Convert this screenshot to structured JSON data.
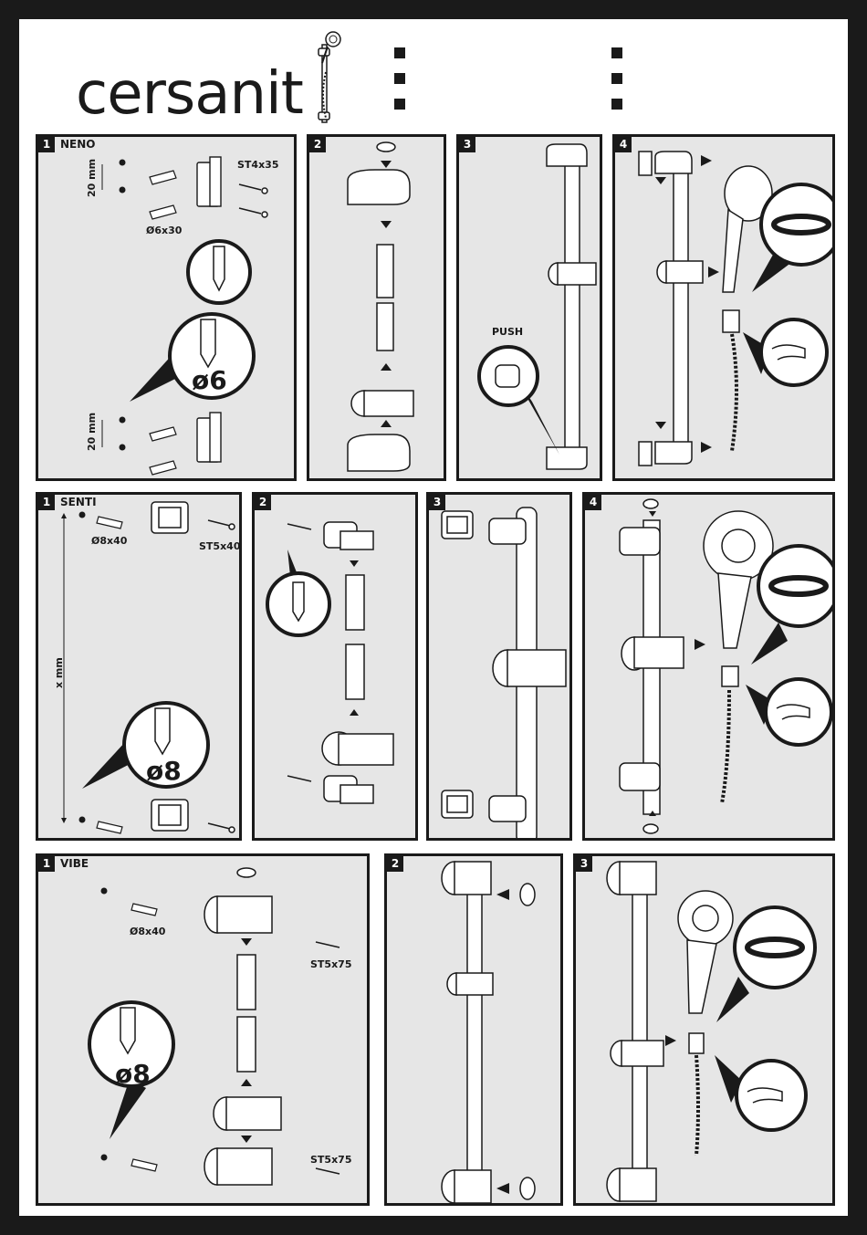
{
  "brand": {
    "logo_text": "cersanit"
  },
  "header": {
    "bullets_left_count": 3,
    "bullets_right_count": 3
  },
  "neno": {
    "title": "NENO",
    "steps": [
      "1",
      "2",
      "3",
      "4"
    ],
    "dim_top": "20 mm",
    "dim_bottom": "20 mm",
    "screw": "ST4x35",
    "dowel": "Ø6x30",
    "drill": "ø6",
    "push": "PUSH"
  },
  "senti": {
    "title": "SENTI",
    "steps": [
      "1",
      "2",
      "3",
      "4"
    ],
    "dowel": "Ø8x40",
    "screw": "ST5x40",
    "dim": "x mm",
    "drill": "ø8"
  },
  "vibe": {
    "title": "VIBE",
    "steps": [
      "1",
      "2",
      "3"
    ],
    "dowel": "Ø8x40",
    "screw_top": "ST5x75",
    "screw_bottom": "ST5x75",
    "drill": "ø8"
  },
  "colors": {
    "ink": "#1a1a1a",
    "panel": "#e6e6e6",
    "frame": "#1a1a1a",
    "part": "#ffffff"
  }
}
